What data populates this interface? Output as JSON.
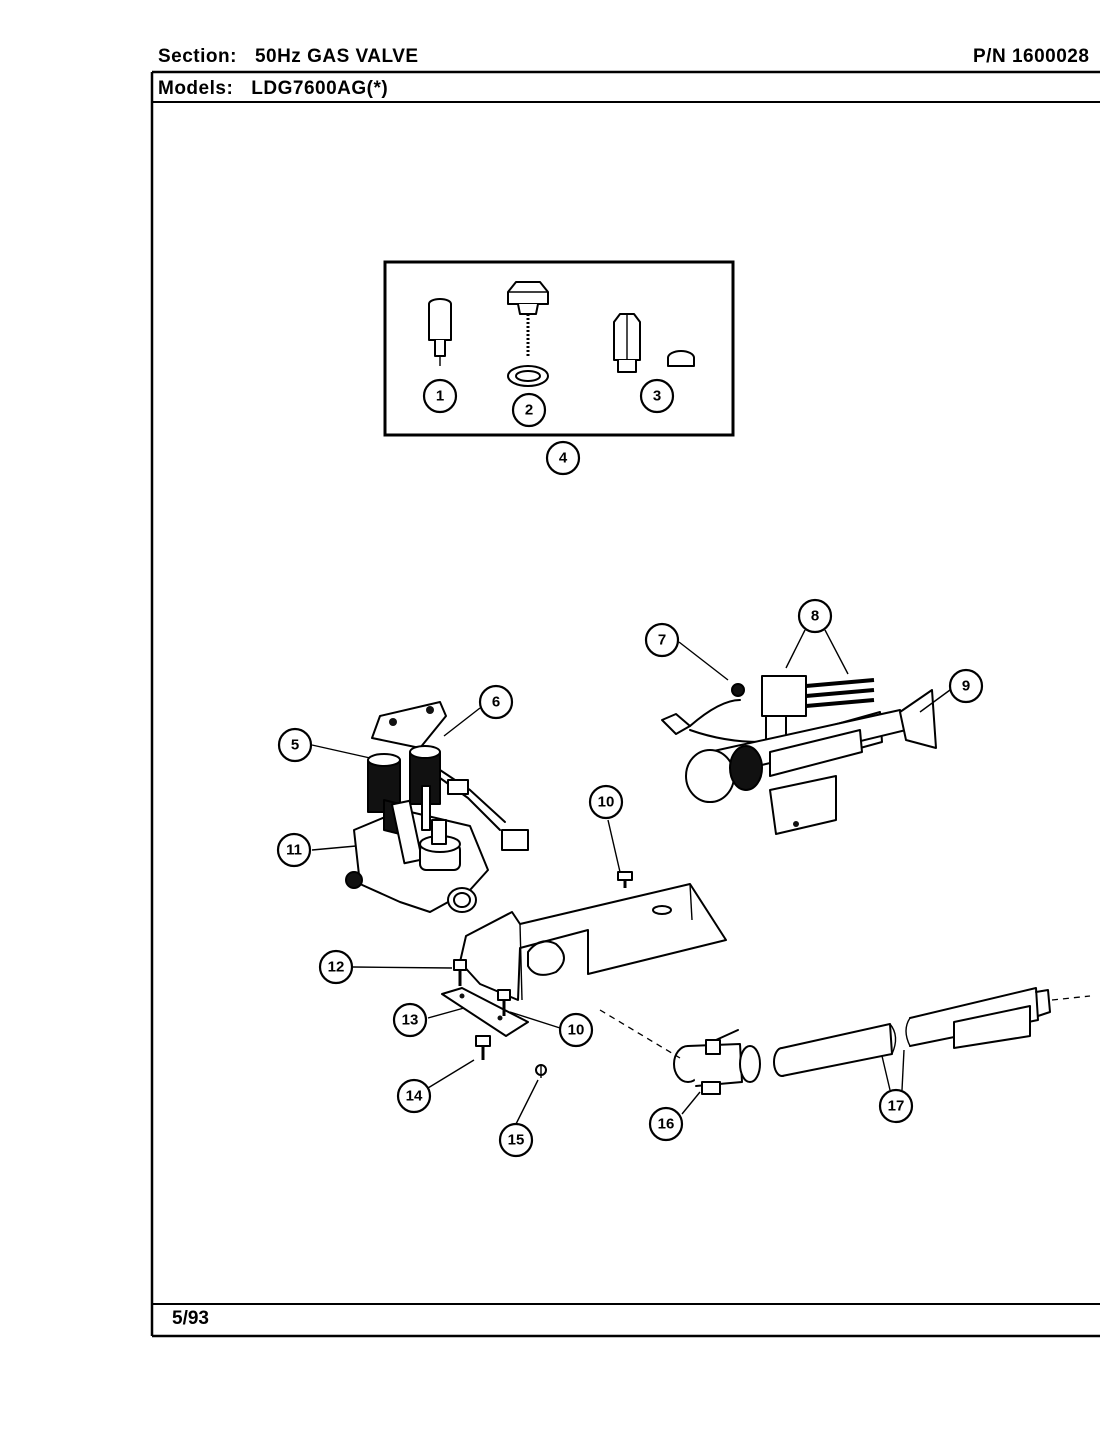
{
  "header": {
    "section_label": "Section:",
    "section_value": "50Hz GAS VALVE",
    "pn_label": "P/N",
    "pn_value": "1600028",
    "models_label": "Models:",
    "models_value": "LDG7600AG(*)"
  },
  "footer": {
    "date": "5/93"
  },
  "callouts": [
    "1",
    "2",
    "3",
    "4",
    "5",
    "6",
    "7",
    "8",
    "9",
    "10",
    "10",
    "11",
    "12",
    "13",
    "14",
    "15",
    "16",
    "17"
  ]
}
